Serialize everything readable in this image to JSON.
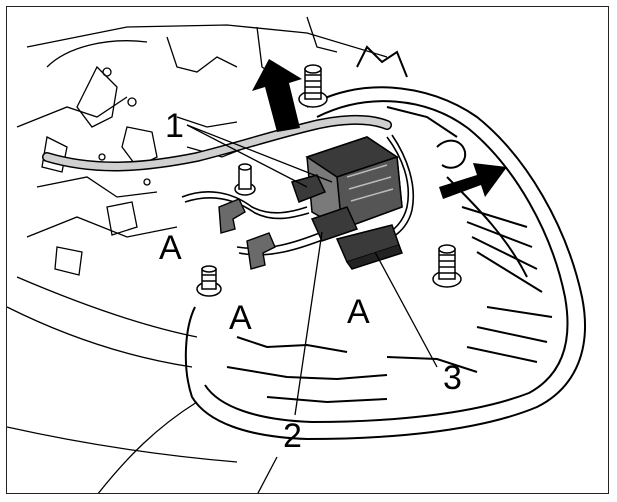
{
  "callouts": {
    "part_1": "1",
    "part_2": "2",
    "part_3": "3",
    "clip_a": "A"
  },
  "colors": {
    "line": "#000000",
    "connector_dark": "#3a3a3a",
    "connector_mid": "#7a7a7a",
    "cable": "#d0d0d0",
    "arrow": "#000000",
    "background": "#ffffff"
  },
  "icons": {
    "arrow_up": "lift-arrow-icon",
    "arrow_right": "pull-arrow-icon"
  }
}
